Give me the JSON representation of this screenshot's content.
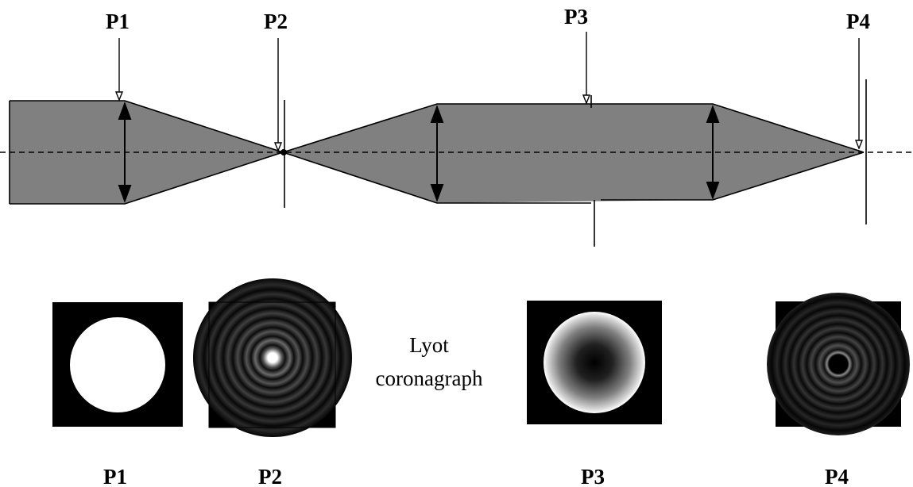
{
  "diagram": {
    "top_labels": [
      "P1",
      "P2",
      "P3",
      "P4"
    ],
    "bottom_labels": [
      "P1",
      "P2",
      "P3",
      "P4"
    ],
    "caption_line1": "Lyot",
    "caption_line2": "coronagraph"
  },
  "colors": {
    "beam_fill": "#808080",
    "outline": "#000000",
    "image_background": "#000000",
    "pupil_white": "#ffffff"
  },
  "panels": [
    {
      "plane": "P1",
      "content": "uniform white circular pupil"
    },
    {
      "plane": "P2",
      "content": "Airy pattern (bright core with rings)"
    },
    {
      "plane": "P3",
      "content": "circular pupil, dark center brightening to rim"
    },
    {
      "plane": "P4",
      "content": "ring pattern with dark central hole"
    }
  ]
}
